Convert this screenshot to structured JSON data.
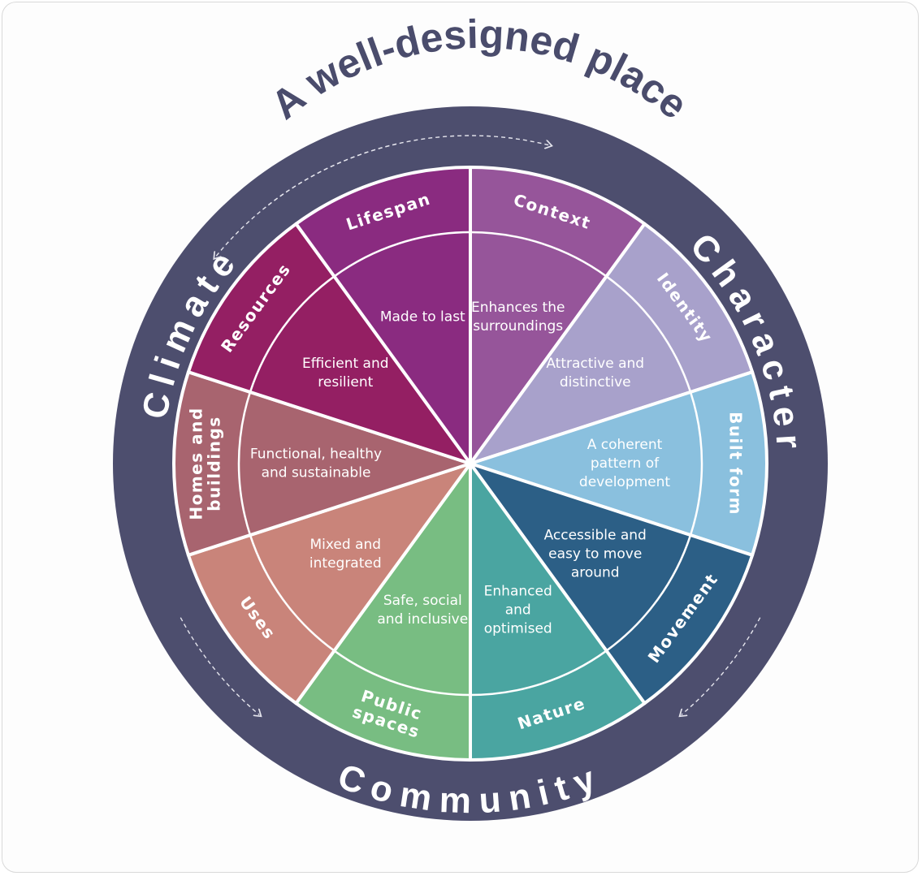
{
  "title": "A well-designed place",
  "themes": {
    "climate": "Climate",
    "character": "Character",
    "community": "Community"
  },
  "colors": {
    "outer_ring": "#4d4e6e",
    "title": "#4a4c6c",
    "divider": "#ffffff"
  },
  "segments": [
    {
      "name": "Context",
      "desc": [
        "Enhances the",
        "surroundings"
      ],
      "color": "#96559a"
    },
    {
      "name": "Identity",
      "desc": [
        "Attractive and",
        "distinctive"
      ],
      "color": "#a8a1cb"
    },
    {
      "name": "Built form",
      "desc": [
        "A coherent",
        "pattern of",
        "development"
      ],
      "color": "#8ac0de"
    },
    {
      "name": "Movement",
      "desc": [
        "Accessible and",
        "easy to move",
        "around"
      ],
      "color": "#2c5f86"
    },
    {
      "name": "Nature",
      "desc": [
        "Enhanced",
        "and",
        "optimised"
      ],
      "color": "#4aa5a1"
    },
    {
      "name": [
        "Public",
        "spaces"
      ],
      "desc": [
        "Safe, social",
        "and inclusive"
      ],
      "color": "#78bd82"
    },
    {
      "name": "Uses",
      "desc": [
        "Mixed and",
        "integrated"
      ],
      "color": "#c9847a"
    },
    {
      "name": [
        "Homes and",
        "buildings"
      ],
      "desc": [
        "Functional, healthy",
        "and sustainable"
      ],
      "color": "#a8646f"
    },
    {
      "name": "Resources",
      "desc": [
        "Efficient and",
        "resilient"
      ],
      "color": "#941f63"
    },
    {
      "name": "Lifespan",
      "desc": [
        "Made to last"
      ],
      "color": "#8a2b80"
    }
  ]
}
